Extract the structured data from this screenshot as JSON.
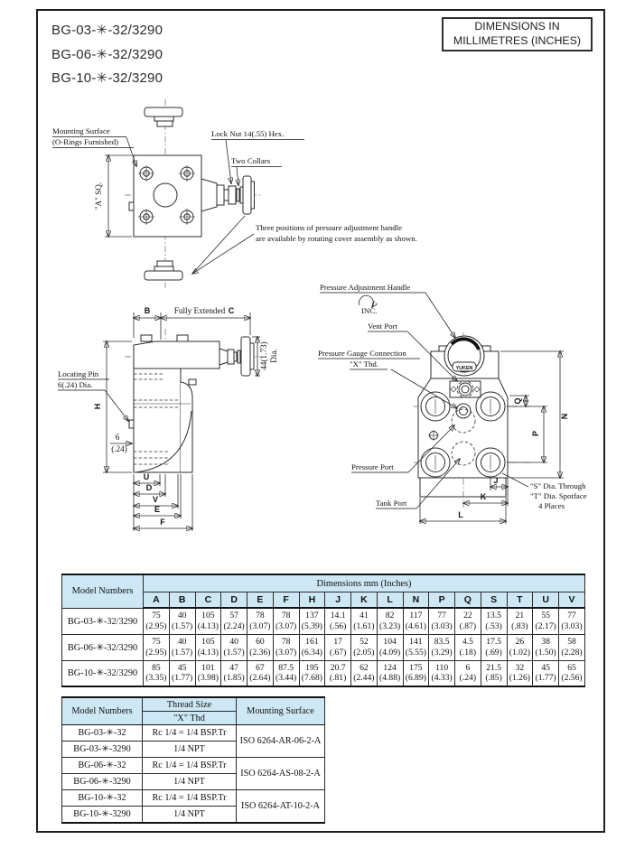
{
  "header": {
    "model_numbers": [
      "BG-03-✳-32/3290",
      "BG-06-✳-32/3290",
      "BG-10-✳-32/3290"
    ],
    "units_line1": "DIMENSIONS IN",
    "units_line2": "MILLIMETRES (INCHES)"
  },
  "drawings": {
    "top_view": {
      "mounting_surface_line1": "Mounting Surface",
      "mounting_surface_line2": "(O-Rings Furnished)",
      "lock_nut": "Lock Nut 14(.55) Hex.",
      "two_collars": "Two Collars",
      "a_sq": "\"A\" SQ.",
      "note_line1": "Three positions of pressure adjustment handle",
      "note_line2": "are available by rotating cover assembly as shown."
    },
    "side_view": {
      "dim_b": "B",
      "dim_c_text": "Fully Extended",
      "dim_c_letter": "C",
      "knob_dia": "44(1.73)",
      "knob_dia_suffix": "Dia.",
      "locating_pin_line1": "Locating Pin",
      "locating_pin_line2": "6(.24) Dia.",
      "dim_h": "H",
      "pin_dim_mm": "6",
      "pin_dim_in": "(.24)",
      "dim_u": "U",
      "dim_d": "D",
      "dim_v": "V",
      "dim_e": "E",
      "dim_f": "F"
    },
    "face_view": {
      "pressure_adjustment_handle": "Pressure Adjustment Handle",
      "inc": "INC.",
      "vent_port": "Vent Port",
      "pressure_gauge_line1": "Pressure Gauge Connection",
      "pressure_gauge_line2": "\"X\" Thd.",
      "pressure_port": "Pressure Port",
      "tank_port": "Tank Port",
      "brand": "YUKEN",
      "dim_q": "Q",
      "dim_n": "N",
      "dim_p": "P",
      "dim_j": "J",
      "dim_k": "K",
      "dim_l": "L",
      "spotface_line1": "\"S\" Dia. Through",
      "spotface_line2": "\"T\" Dia. Spotface",
      "spotface_line3": "4 Places"
    }
  },
  "dim_table": {
    "model_header": "Model Numbers",
    "dims_header": "Dimensions  mm (Inches)",
    "columns": [
      "A",
      "B",
      "C",
      "D",
      "E",
      "F",
      "H",
      "J",
      "K",
      "L",
      "N",
      "P",
      "Q",
      "S",
      "T",
      "U",
      "V"
    ],
    "rows": [
      {
        "model": "BG-03-✳-32/3290",
        "values": [
          {
            "mm": "75",
            "in": "(2.95)"
          },
          {
            "mm": "40",
            "in": "(1.57)"
          },
          {
            "mm": "105",
            "in": "(4.13)"
          },
          {
            "mm": "57",
            "in": "(2.24)"
          },
          {
            "mm": "78",
            "in": "(3.07)"
          },
          {
            "mm": "78",
            "in": "(3.07)"
          },
          {
            "mm": "137",
            "in": "(5.39)"
          },
          {
            "mm": "14.1",
            "in": "(.56)"
          },
          {
            "mm": "41",
            "in": "(1.61)"
          },
          {
            "mm": "82",
            "in": "(3.23)"
          },
          {
            "mm": "117",
            "in": "(4.61)"
          },
          {
            "mm": "77",
            "in": "(3.03)"
          },
          {
            "mm": "22",
            "in": "(.87)"
          },
          {
            "mm": "13.5",
            "in": "(.53)"
          },
          {
            "mm": "21",
            "in": "(.83)"
          },
          {
            "mm": "55",
            "in": "(2.17)"
          },
          {
            "mm": "77",
            "in": "(3.03)"
          }
        ]
      },
      {
        "model": "BG-06-✳-32/3290",
        "values": [
          {
            "mm": "75",
            "in": "(2.95)"
          },
          {
            "mm": "40",
            "in": "(1.57)"
          },
          {
            "mm": "105",
            "in": "(4.13)"
          },
          {
            "mm": "40",
            "in": "(1.57)"
          },
          {
            "mm": "60",
            "in": "(2.36)"
          },
          {
            "mm": "78",
            "in": "(3.07)"
          },
          {
            "mm": "161",
            "in": "(6.34)"
          },
          {
            "mm": "17",
            "in": "(.67)"
          },
          {
            "mm": "52",
            "in": "(2.05)"
          },
          {
            "mm": "104",
            "in": "(4.09)"
          },
          {
            "mm": "141",
            "in": "(5.55)"
          },
          {
            "mm": "83.5",
            "in": "(3.29)"
          },
          {
            "mm": "4.5",
            "in": "(.18)"
          },
          {
            "mm": "17.5",
            "in": "(.69)"
          },
          {
            "mm": "26",
            "in": "(1.02)"
          },
          {
            "mm": "38",
            "in": "(1.50)"
          },
          {
            "mm": "58",
            "in": "(2.28)"
          }
        ]
      },
      {
        "model": "BG-10-✳-32/3290",
        "values": [
          {
            "mm": "85",
            "in": "(3.35)"
          },
          {
            "mm": "45",
            "in": "(1.77)"
          },
          {
            "mm": "101",
            "in": "(3.98)"
          },
          {
            "mm": "47",
            "in": "(1.85)"
          },
          {
            "mm": "67",
            "in": "(2.64)"
          },
          {
            "mm": "87.5",
            "in": "(3.44)"
          },
          {
            "mm": "195",
            "in": "(7.68)"
          },
          {
            "mm": "20.7",
            "in": "(.81)"
          },
          {
            "mm": "62",
            "in": "(2.44)"
          },
          {
            "mm": "124",
            "in": "(4.88)"
          },
          {
            "mm": "175",
            "in": "(6.89)"
          },
          {
            "mm": "110",
            "in": "(4.33)"
          },
          {
            "mm": "6",
            "in": "(.24)"
          },
          {
            "mm": "21.5",
            "in": "(.85)"
          },
          {
            "mm": "32",
            "in": "(1.26)"
          },
          {
            "mm": "45",
            "in": "(1.77)"
          },
          {
            "mm": "65",
            "in": "(2.56)"
          }
        ]
      }
    ]
  },
  "thread_table": {
    "model_header": "Model Numbers",
    "thread_header": "Thread Size",
    "thread_subheader": "\"X\" Thd",
    "mounting_header": "Mounting Surface",
    "groups": [
      {
        "rows": [
          {
            "model": "BG-03-✳-32",
            "thread": "Rc 1/4 = 1/4 BSP.Tr"
          },
          {
            "model": "BG-03-✳-3290",
            "thread": "1/4 NPT"
          }
        ],
        "mounting": "ISO 6264-AR-06-2-A"
      },
      {
        "rows": [
          {
            "model": "BG-06-✳-32",
            "thread": "Rc 1/4 = 1/4 BSP.Tr"
          },
          {
            "model": "BG-06-✳-3290",
            "thread": "1/4 NPT"
          }
        ],
        "mounting": "ISO 6264-AS-08-2-A"
      },
      {
        "rows": [
          {
            "model": "BG-10-✳-32",
            "thread": "Rc 1/4 = 1/4 BSP.Tr"
          },
          {
            "model": "BG-10-✳-3290",
            "thread": "1/4 NPT"
          }
        ],
        "mounting": "ISO 6264-AT-10-2-A"
      }
    ]
  }
}
